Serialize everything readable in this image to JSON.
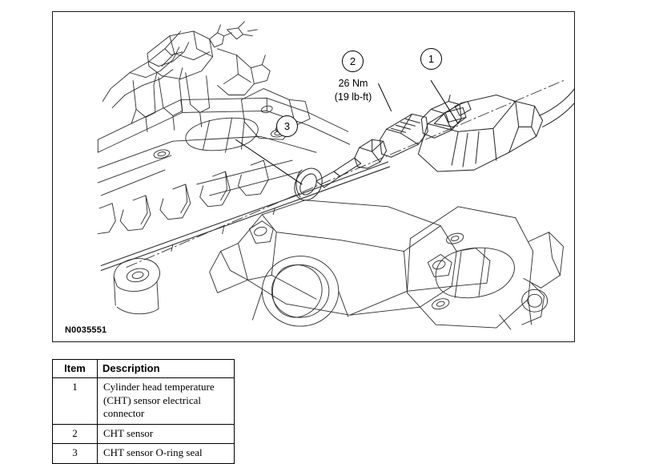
{
  "figure": {
    "drawing_id": "N0035551",
    "callouts": [
      {
        "number": "1",
        "target": "CHT sensor electrical connector"
      },
      {
        "number": "2",
        "target": "CHT sensor"
      },
      {
        "number": "3",
        "target": "CHT sensor O-ring seal"
      }
    ],
    "torque": {
      "metric": "26 Nm",
      "imperial": "(19 lb-ft)"
    }
  },
  "table": {
    "headers": {
      "item": "Item",
      "description": "Description"
    },
    "rows": [
      {
        "item": "1",
        "description": "Cylinder head temperature (CHT) sensor electrical connector"
      },
      {
        "item": "2",
        "description": "CHT sensor"
      },
      {
        "item": "3",
        "description": "CHT sensor O-ring seal"
      }
    ]
  }
}
